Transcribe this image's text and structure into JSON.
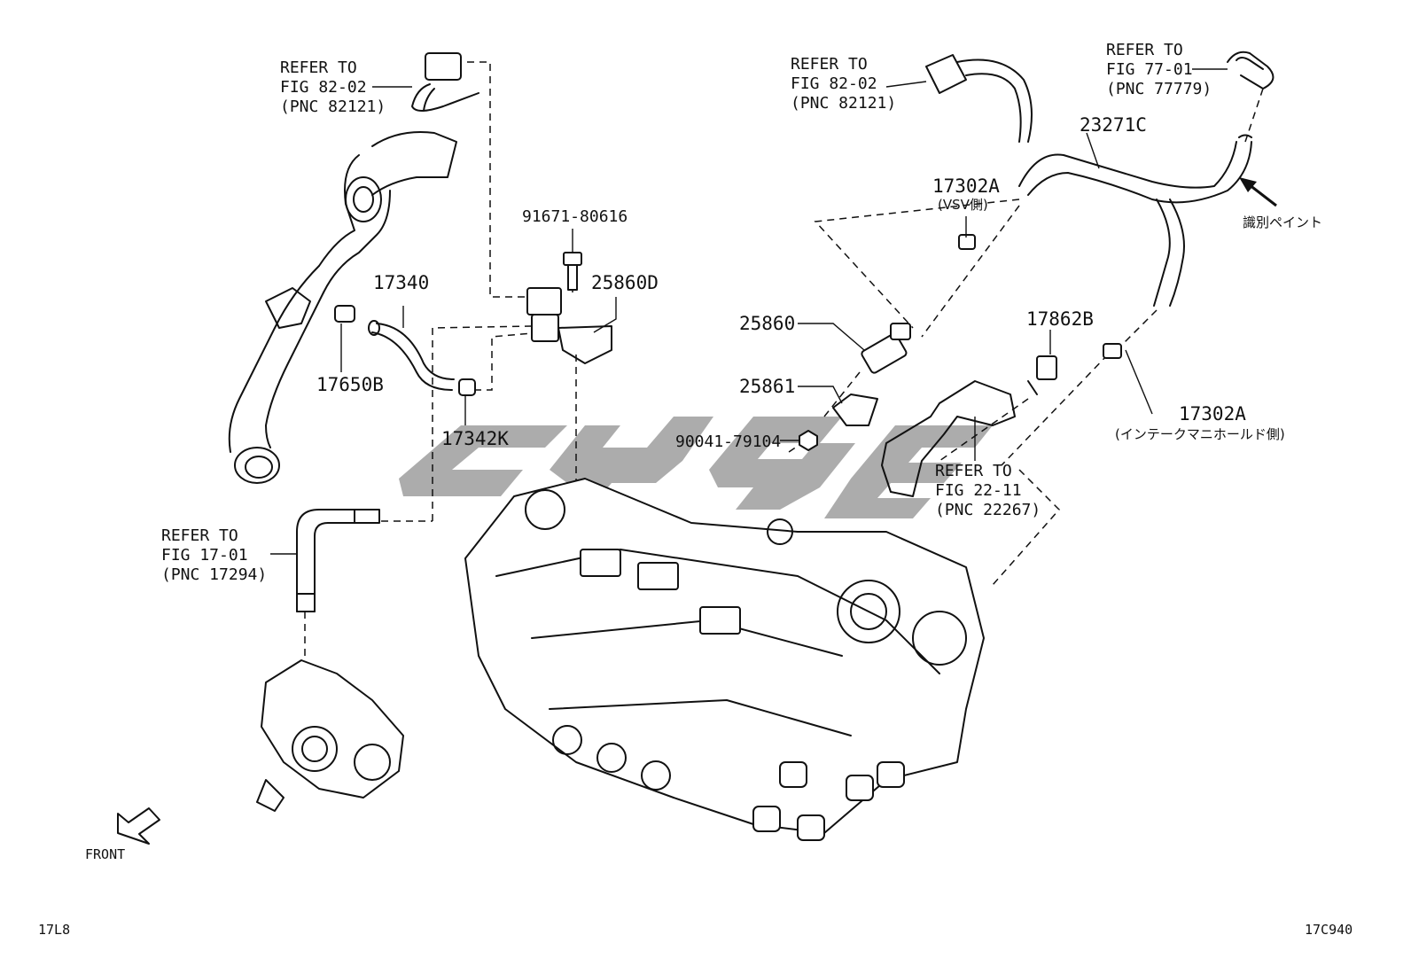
{
  "figure": {
    "sheet_code_left": "17L8",
    "sheet_code_right": "17C940",
    "front_label": "FRONT",
    "watermark": "cygf"
  },
  "parts": {
    "p17340": "17340",
    "p17650B": "17650B",
    "p17342K": "17342K",
    "p91671": "91671-80616",
    "p25860D": "25860D",
    "p25860": "25860",
    "p25861": "25861",
    "p90041": "90041-79104",
    "p17302A_vsv": "17302A",
    "p17302A_vsv_note": "(VSV側)",
    "p23271C": "23271C",
    "p17862B": "17862B",
    "p17302A_im": "17302A",
    "p17302A_im_note": "(インテークマニホールド側)",
    "id_paint": "識別ペイント"
  },
  "refs": {
    "r1": {
      "l1": "REFER TO",
      "l2": "FIG 82-02",
      "l3": "(PNC 82121)"
    },
    "r2": {
      "l1": "REFER TO",
      "l2": "FIG 82-02",
      "l3": "(PNC 82121)"
    },
    "r3": {
      "l1": "REFER TO",
      "l2": "FIG 77-01",
      "l3": "(PNC 77779)"
    },
    "r4": {
      "l1": "REFER TO",
      "l2": "FIG 17-01",
      "l3": "(PNC 17294)"
    },
    "r5": {
      "l1": "REFER TO",
      "l2": "FIG 22-11",
      "l3": "(PNC 22267)"
    }
  }
}
